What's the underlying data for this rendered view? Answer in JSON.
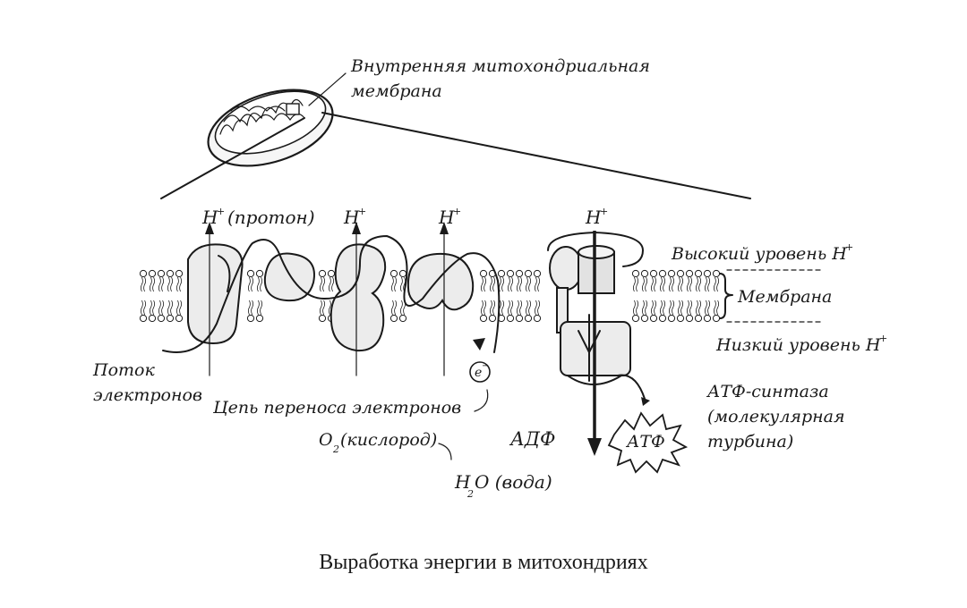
{
  "labels": {
    "inner_membrane": [
      "Внутренняя митохондриальная",
      "мембрана"
    ],
    "h_proton": "H",
    "h_proton_suffix": "(протон)",
    "h2": "H",
    "h3": "H",
    "h4": "H",
    "high_h": "Высокий уровень H",
    "membrane": "Мембрана",
    "low_h": "Низкий уровень H",
    "electron_flow": [
      "Поток",
      "электронов"
    ],
    "etc": "Цепь переноса электронов",
    "electron": "e",
    "o2_prefix": "O",
    "o2_sub": "2",
    "o2_suffix": "(кислород)",
    "h2o_prefix": "H",
    "h2o_sub": "2",
    "h2o_suffix": "O (вода)",
    "adp": "АДФ",
    "atp": "АТФ",
    "atp_synthase": [
      "АТФ-синтаза",
      "(молекулярная",
      "турбина)"
    ],
    "plus": "+",
    "minus": "−"
  },
  "caption": "Выработка энергии в митохондриях"
}
